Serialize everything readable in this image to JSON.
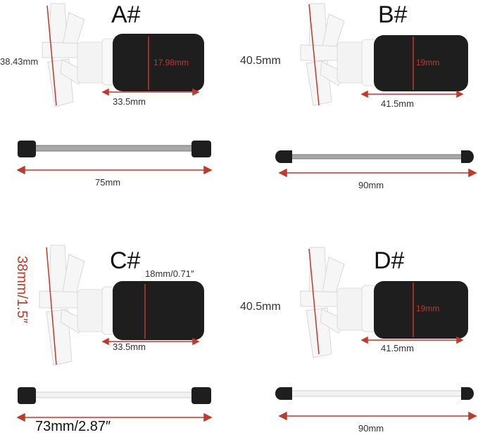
{
  "panels": [
    {
      "id": "A",
      "label": "A#",
      "height_dim": "38.43mm",
      "diameter_dim": "17.98mm",
      "magnet_length_dim": "33.5mm",
      "shaft_length_dim": "75mm"
    },
    {
      "id": "B",
      "label": "B#",
      "height_dim": "40.5mm",
      "diameter_dim": "19mm",
      "magnet_length_dim": "41.5mm",
      "shaft_length_dim": "90mm"
    },
    {
      "id": "C",
      "label": "C#",
      "height_dim": "38mm/1.5″",
      "diameter_dim": "18mm/0.71″",
      "magnet_length_dim": "33.5mm",
      "shaft_length_dim": "73mm/2.87″"
    },
    {
      "id": "D",
      "label": "D#",
      "height_dim": "40.5mm",
      "diameter_dim": "19mm",
      "magnet_length_dim": "41.5mm",
      "shaft_length_dim": "90mm"
    }
  ],
  "colors": {
    "dimension_line": "#c0392b",
    "magnet": "#1e1e1e",
    "impeller": "#f5f5f5",
    "shaft": "#9a9a9a"
  }
}
